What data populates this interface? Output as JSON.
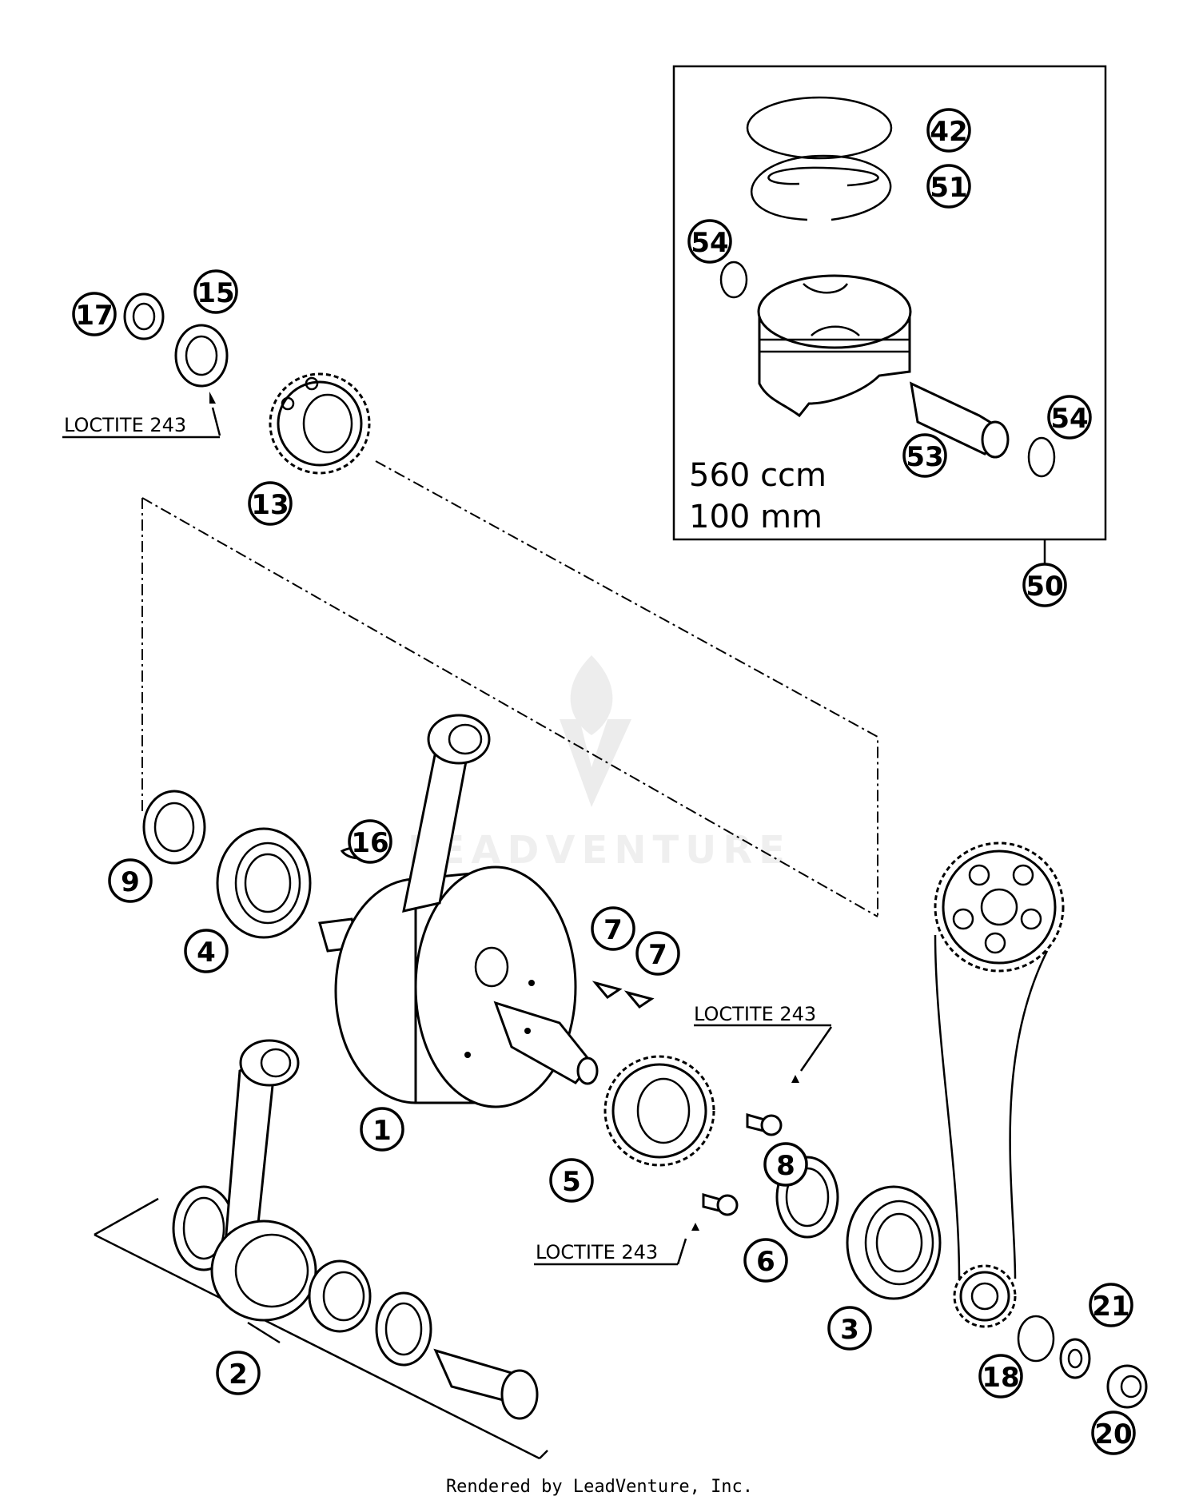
{
  "diagram": {
    "kit_box": {
      "line1": "560 ccm",
      "line2": "100 mm",
      "callout": "50"
    },
    "callouts": {
      "c1": "1",
      "c2": "2",
      "c3": "3",
      "c4": "4",
      "c5": "5",
      "c6": "6",
      "c7a": "7",
      "c7b": "7",
      "c8": "8",
      "c9": "9",
      "c13": "13",
      "c15": "15",
      "c16": "16",
      "c17": "17",
      "c18": "18",
      "c20": "20",
      "c21": "21",
      "c42": "42",
      "c51": "51",
      "c53": "53",
      "c54a": "54",
      "c54b": "54"
    },
    "loctite": {
      "top_left": "LOCTITE 243",
      "right": "LOCTITE 243",
      "bottom": "LOCTITE 243"
    },
    "watermark": "LEADVENTURE",
    "footer": "Rendered by LeadVenture, Inc."
  }
}
